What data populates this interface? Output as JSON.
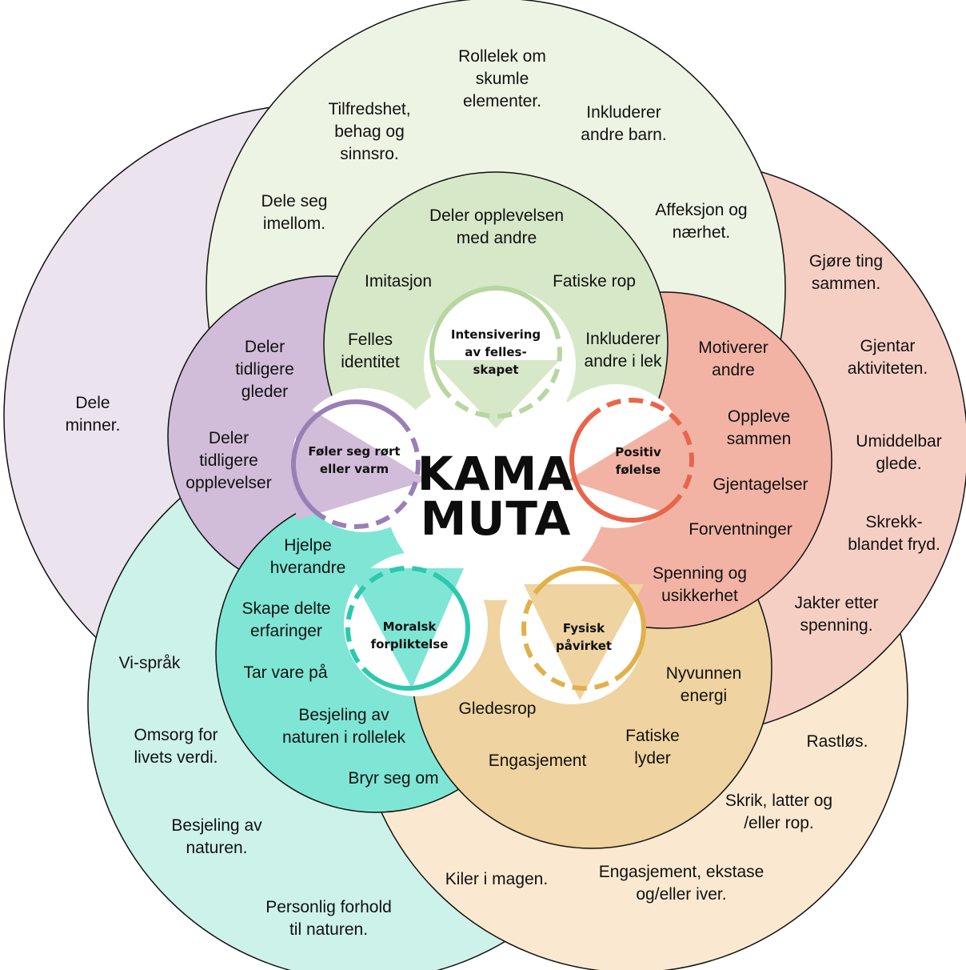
{
  "center_title": "KAMA\nMUTA",
  "hubs": {
    "intensivering": "Intensivering\nav felles-\nskapet",
    "positiv": "Positiv\nfølelse",
    "fysisk": "Fysisk\npåvirket",
    "moralsk": "Moralsk\nforpliktelse",
    "foler": "Føler seg rørt\neller varm"
  },
  "colors": {
    "green_outer": "#eef4e4",
    "green_inner": "#d6e8c8",
    "green_accent": "#b7d6a0",
    "red_outer": "#f6cfc4",
    "red_inner": "#f2b3a4",
    "red_accent": "#e8654c",
    "orange_outer": "#fae9d0",
    "orange_inner": "#efd3a0",
    "orange_accent": "#e2b04a",
    "teal_outer": "#cdf2ea",
    "teal_inner": "#7fe6d6",
    "teal_accent": "#2cc9ae",
    "purple_outer": "#ebe3ee",
    "purple_inner": "#d1bcd9",
    "purple_accent": "#9a7fb6"
  },
  "outer": {
    "green": [
      "Rollelek om\nskumle\nelementer.",
      "Tilfredshet,\nbehag og\nsinnsro.",
      "Inkluderer\nandre barn.",
      "Dele seg\nimellom.",
      "Affeksjon og\nnærhet."
    ],
    "red": [
      "Gjøre ting\nsammen.",
      "Gjentar\naktiviteten.",
      "Umiddelbar\nglede.",
      "Skrekk-\nblandet fryd.",
      "Jakter etter\nspenning."
    ],
    "orange": [
      "Rastløs.",
      "Skrik, latter og\n/eller rop.",
      "Engasjement, ekstase\nog/eller iver.",
      "Kiler i magen."
    ],
    "teal": [
      "Vi-språk",
      "Omsorg for\nlivets verdi.",
      "Besjeling av\nnaturen.",
      "Personlig forhold\ntil naturen."
    ],
    "purple": [
      "Dele\nminner."
    ]
  },
  "inner": {
    "green": [
      "Deler opplevelsen\nmed andre",
      "Imitasjon",
      "Fatiske rop",
      "Felles\nidentitet",
      "Inkluderer\nandre i lek"
    ],
    "red": [
      "Motiverer\nandre",
      "Oppleve\nsammen",
      "Gjentagelser",
      "Forventninger",
      "Spenning og\nusikkerhet"
    ],
    "orange": [
      "Nyvunnen\nenergi",
      "Gledesrop",
      "Fatiske\nlyder",
      "Engasjement"
    ],
    "teal": [
      "Hjelpe\nhverandre",
      "Skape delte\nerfaringer",
      "Tar vare på",
      "Besjeling av\nnaturen i rollelek",
      "Bryr seg om"
    ],
    "purple": [
      "Deler\ntidligere\ngleder",
      "Deler\ntidligere\nopplevelser"
    ]
  }
}
